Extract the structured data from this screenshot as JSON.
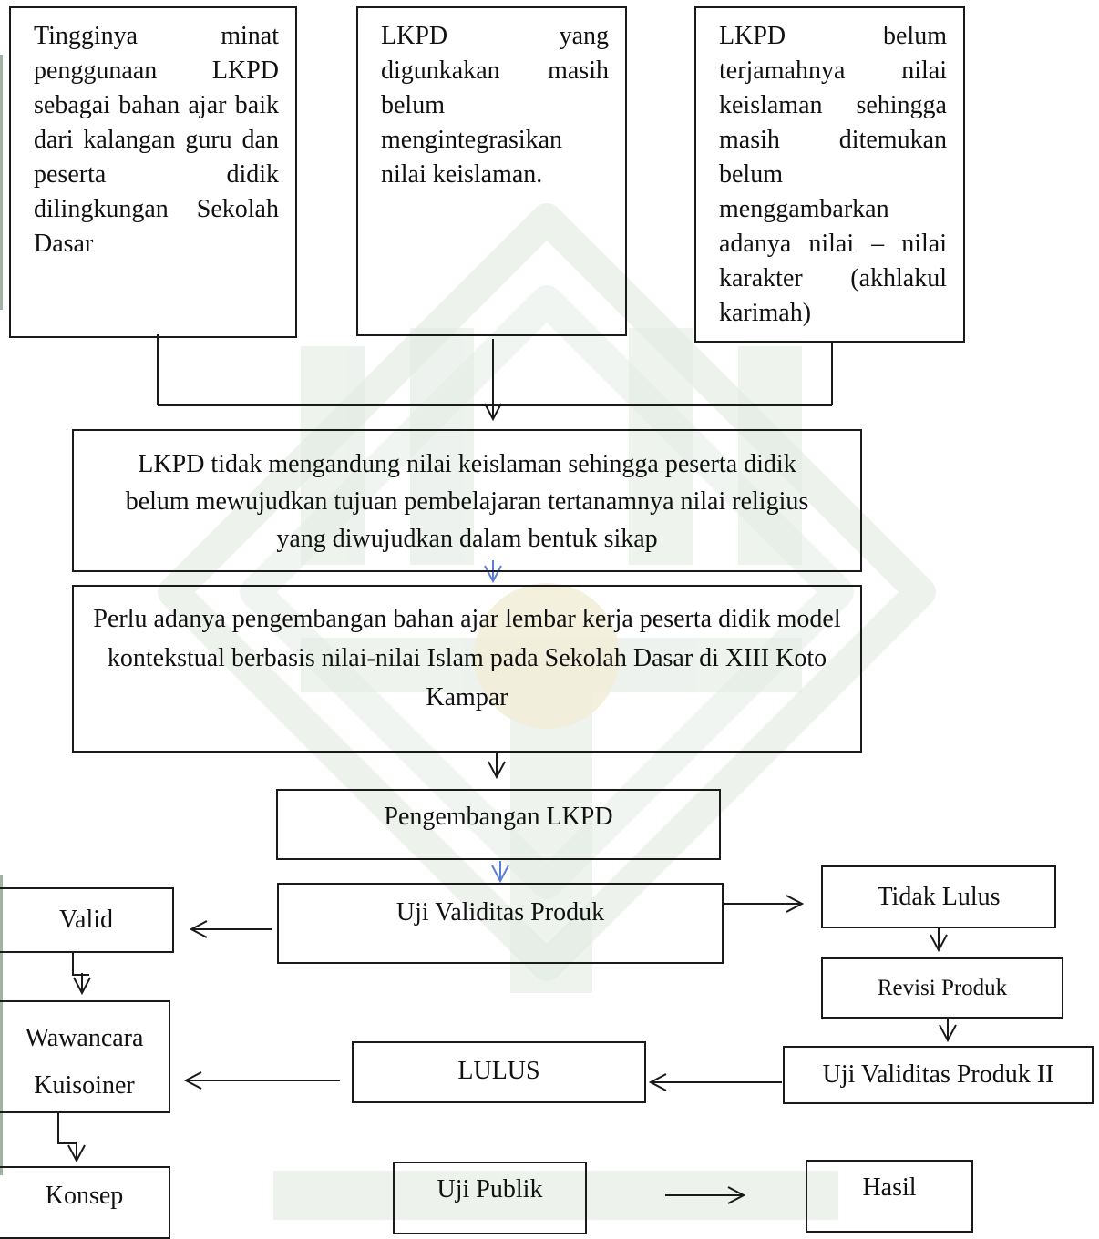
{
  "diagram": {
    "top_boxes": {
      "left": "Tingginya minat penggunaan LKPD sebagai bahan ajar baik dari kalangan guru dan peserta didik dilingkungan Sekolah Dasar",
      "middle": "LKPD yang digunkakan masih belum mengintegrasikan nilai keislaman.",
      "right": "LKPD belum terjamahnya nilai keislaman sehingga masih ditemukan belum menggambarkan adanya nilai – nilai karakter (akhlakul karimah)"
    },
    "problem": "LKPD tidak mengandung nilai keislaman sehingga peserta didik belum mewujudkan tujuan pembelajaran tertanamnya nilai religius yang diwujudkan dalam bentuk sikap",
    "need": "Perlu adanya pengembangan bahan ajar lembar kerja peserta didik model kontekstual berbasis nilai-nilai Islam pada Sekolah Dasar di XIII Koto Kampar",
    "development": "Pengembangan LKPD",
    "validity_test": "Uji Validitas Produk",
    "valid": "Valid",
    "not_pass": "Tidak Lulus",
    "revision": "Revisi Produk",
    "validity_test_2": "Uji Validitas Produk II",
    "pass": "LULUS",
    "interview": "Wawancara",
    "questionnaire": "Kuisoiner",
    "concept": "Konsep",
    "public_test": "Uji Publik",
    "result": "Hasil"
  },
  "colors": {
    "line": "#1a1a1a",
    "accent_arrow": "#5b7fd6",
    "watermark_green": "#dfe8df",
    "watermark_gold": "#f1ecd6"
  }
}
